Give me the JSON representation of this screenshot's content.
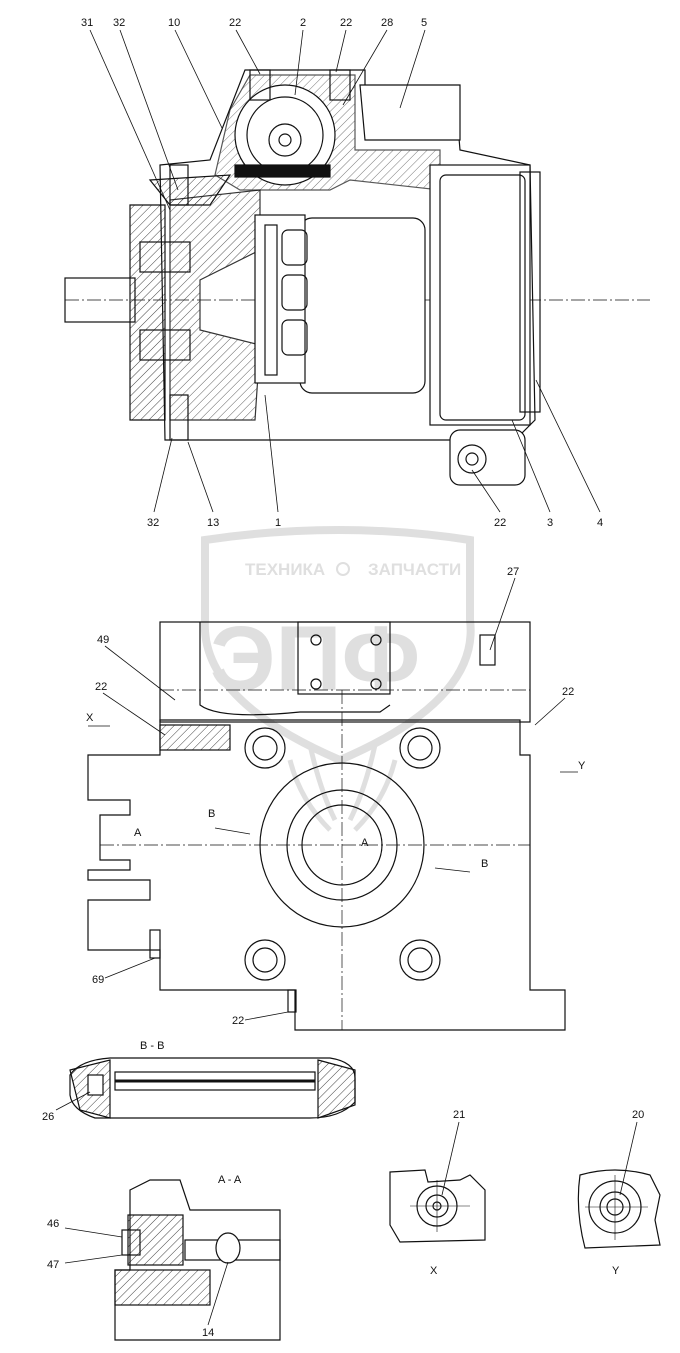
{
  "watermark": {
    "line1_left": "ТЕХНИКА",
    "line1_right": "ЗАПЧАСТИ",
    "logo": "ЭПФ",
    "color": "#d9d9d9"
  },
  "top_view": {
    "callouts_top": [
      "31",
      "32",
      "10",
      "22",
      "2",
      "22",
      "28",
      "5"
    ],
    "callouts_bottom": [
      "32",
      "13",
      "1",
      "22",
      "3",
      "4"
    ]
  },
  "side_view": {
    "callouts": [
      "27",
      "49",
      "22",
      "22",
      "69",
      "22"
    ],
    "markers": {
      "x": "X",
      "y": "Y",
      "a1": "A",
      "a2": "A",
      "b1": "B",
      "b2": "B"
    }
  },
  "section_bb": {
    "title": "B - B",
    "callouts": [
      "26"
    ]
  },
  "section_aa": {
    "title": "A - A",
    "callouts": [
      "46",
      "47",
      "14"
    ]
  },
  "view_x": {
    "title": "X",
    "callouts": [
      "21"
    ]
  },
  "view_y": {
    "title": "Y",
    "callouts": [
      "20"
    ]
  },
  "colors": {
    "ink": "#111111",
    "watermark": "#d9d9d9"
  }
}
